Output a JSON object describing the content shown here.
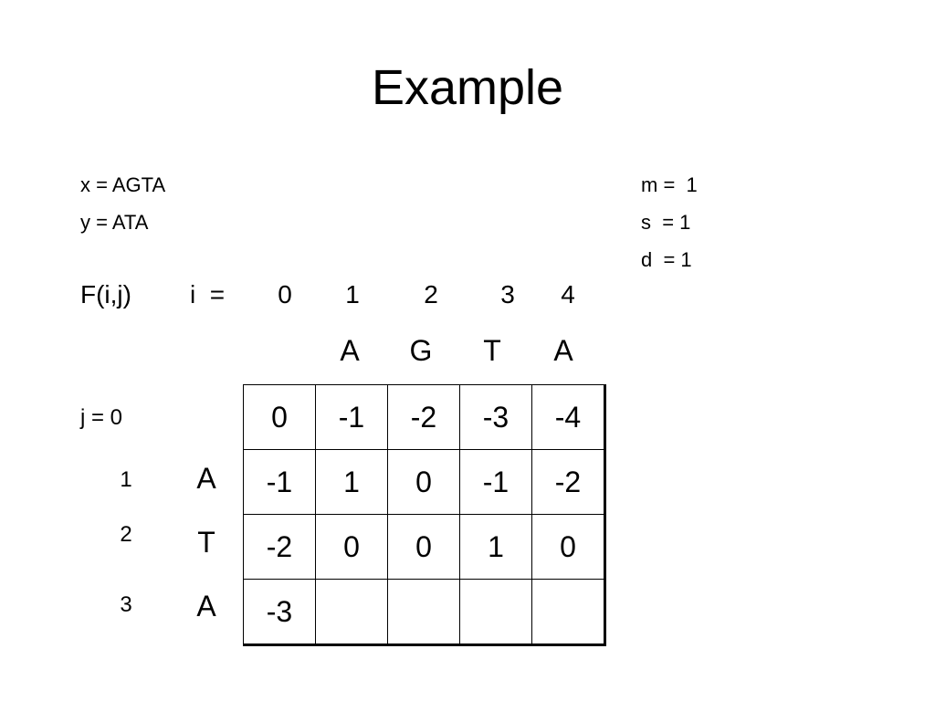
{
  "title": "Example",
  "x_def": "x = AGTA",
  "y_def": "y = ATA",
  "m_def": "m =  1",
  "s_def": "s  = 1",
  "d_def": "d  = 1",
  "f_label": "F(i,j)",
  "i_label": "i  =",
  "i_indices": [
    "0",
    "1",
    "2",
    "3",
    "4"
  ],
  "x_letters": [
    "A",
    "G",
    "T",
    "A"
  ],
  "j_label": "j = 0",
  "j_indices": [
    "1",
    "2",
    "3"
  ],
  "y_letters": [
    "A",
    "T",
    "A"
  ],
  "matrix": [
    [
      "0",
      "-1",
      "-2",
      "-3",
      "-4"
    ],
    [
      "-1",
      "1",
      "0",
      "-1",
      "-2"
    ],
    [
      "-2",
      "0",
      "0",
      "1",
      "0"
    ],
    [
      "-3",
      "",
      "",
      "",
      ""
    ]
  ]
}
